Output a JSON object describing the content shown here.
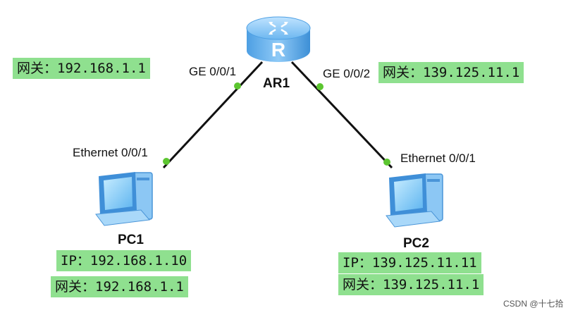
{
  "router": {
    "name": "AR1",
    "logo_letter": "R"
  },
  "router_ports": {
    "left": "GE 0/0/1",
    "right": "GE 0/0/2"
  },
  "gateway_labels": {
    "left": "网关：192.168.1.1",
    "right": "网关：139.125.11.1"
  },
  "pc1": {
    "name": "PC1",
    "port": "Ethernet 0/0/1",
    "ip": "IP：192.168.1.10",
    "gateway": "网关：192.168.1.1"
  },
  "pc2": {
    "name": "PC2",
    "port": "Ethernet 0/0/1",
    "ip": "IP：139.125.11.11",
    "gateway": "网关：139.125.11.1"
  },
  "watermark": "CSDN @十七拾",
  "colors": {
    "link": "#111111",
    "port_dot": "#5cc630",
    "label_bg": "#8fe08f",
    "device_blue": "#5aa6e8"
  }
}
